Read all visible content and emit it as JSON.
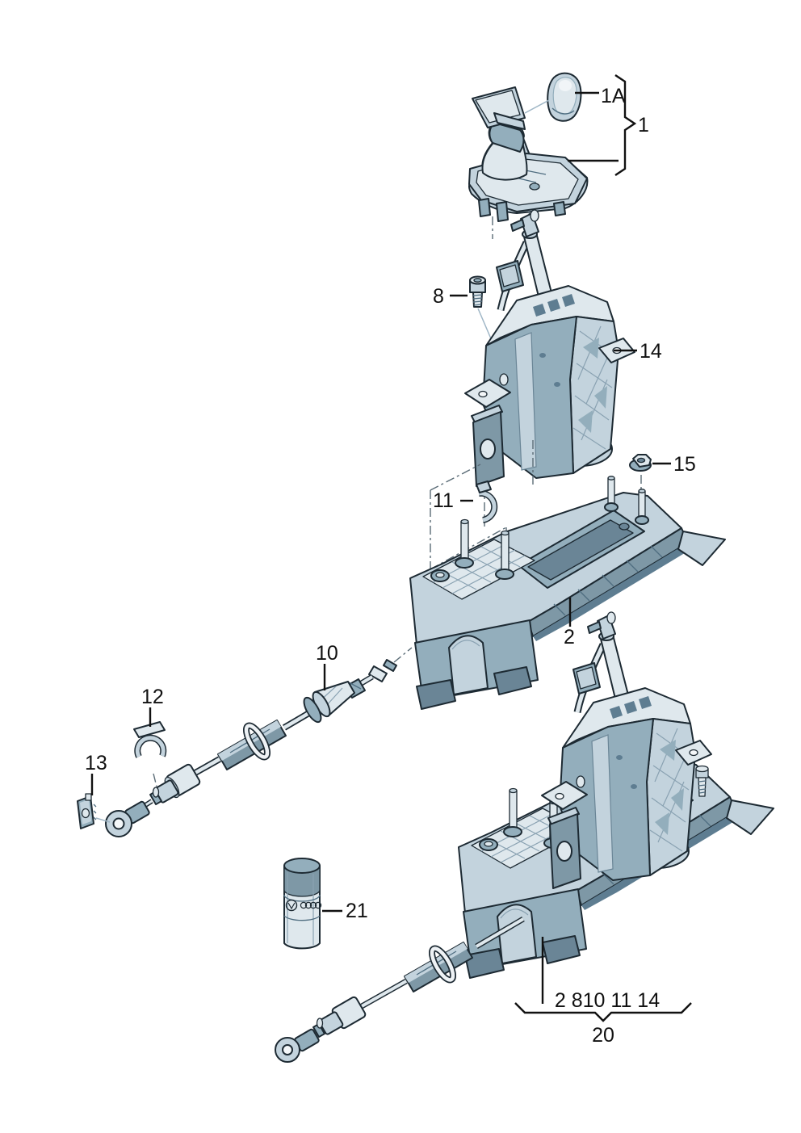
{
  "figure": {
    "type": "exploded-parts-diagram",
    "background": "#ffffff"
  },
  "palette": {
    "outline": "#1d2a33",
    "light": "#dfe8ed",
    "base": "#c3d3dd",
    "mid": "#93aebc",
    "dark": "#7e98a6",
    "deep": "#5e7d91",
    "leader_line": "#9fb6c6",
    "label_text": "#111111"
  },
  "callouts": {
    "knob_cap": "1A",
    "knob_group": "1",
    "screw": "8",
    "mechanism": "14",
    "nut": "15",
    "clip": "11",
    "bracket_frame": "2",
    "cable": "10",
    "cable_clip": "12",
    "cable_bracket": "13",
    "spray_can": "21",
    "assembly_parts": "2 810 11 14",
    "assembly": "20"
  }
}
